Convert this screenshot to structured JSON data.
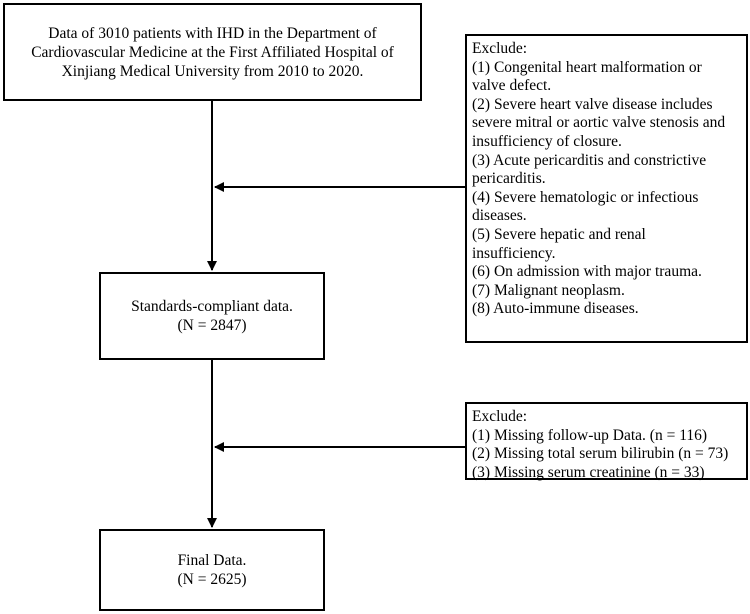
{
  "boxes": {
    "source": {
      "lines": [
        "Data of 3010 patients with IHD in the Department of",
        "Cardiovascular Medicine at the First Affiliated Hospital of",
        "Xinjiang Medical University from 2010 to 2020."
      ]
    },
    "exclude1": {
      "title": "Exclude:",
      "items": [
        "(1) Congenital heart malformation or",
        "valve defect.",
        "(2) Severe heart valve disease includes",
        "severe mitral or aortic valve stenosis and",
        "insufficiency of closure.",
        "(3) Acute pericarditis and constrictive",
        "pericarditis.",
        "(4) Severe hematologic or infectious",
        "diseases.",
        "(5) Severe hepatic and renal",
        "insufficiency.",
        "(6) On admission with major trauma.",
        "(7) Malignant neoplasm.",
        "(8) Auto-immune diseases."
      ]
    },
    "compliant": {
      "lines": [
        "Standards-compliant data.",
        "(N = 2847)"
      ]
    },
    "exclude2": {
      "title": "Exclude:",
      "items": [
        "(1) Missing follow-up Data. (n = 116)",
        "(2) Missing total serum bilirubin (n = 73)",
        "(3) Missing serum creatinine (n = 33)"
      ]
    },
    "final": {
      "lines": [
        "Final Data.",
        "(N = 2625)"
      ]
    }
  }
}
